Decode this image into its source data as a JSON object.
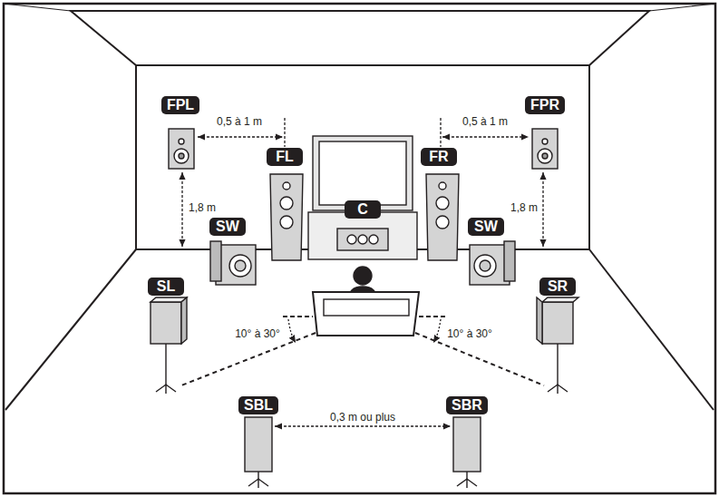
{
  "diagram": {
    "nodes": [
      {
        "text": [
          "FPL"
        ]
      },
      {
        "text": [
          "FPR"
        ]
      },
      {
        "text": [
          "FL"
        ]
      },
      {
        "text": [
          "FR"
        ]
      },
      {
        "text": [
          "SW"
        ]
      },
      {
        "text": [
          "C"
        ]
      },
      {
        "text": [
          "SW"
        ]
      },
      {
        "text": [
          "SL"
        ]
      },
      {
        "text": [
          "SR"
        ]
      },
      {
        "text": [
          "SBL"
        ]
      },
      {
        "text": [
          "SBR"
        ]
      }
    ],
    "labels": [
      "0,5 à 1 m",
      "0,5 à 1 m",
      "1,8 m",
      "1,8 m",
      "10° à 30°",
      "10° à 30°",
      "0,3 m ou plus"
    ]
  }
}
